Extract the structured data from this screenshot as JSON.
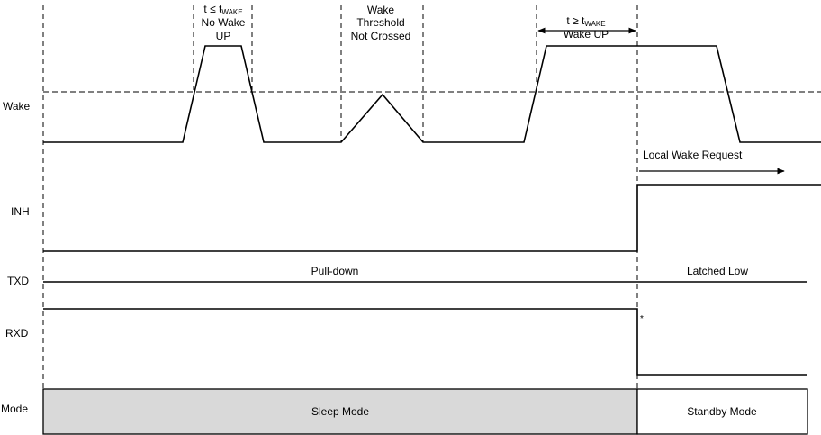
{
  "signals": {
    "wake": "Wake",
    "inh": "INH",
    "txd": "TXD",
    "rxd": "RXD",
    "mode": "Mode"
  },
  "annotations": {
    "no_wake": {
      "cond_prefix": "t ≤ t",
      "cond_sub": "WAKE",
      "line2": "No Wake",
      "line3": "UP"
    },
    "threshold": {
      "line1": "Wake",
      "line2": "Threshold",
      "line3": "Not Crossed"
    },
    "wake_up": {
      "cond_prefix": "t ≥ t",
      "cond_sub": "WAKE",
      "line2": "Wake UP"
    },
    "local_wake_request": "Local Wake Request",
    "txd_before": "Pull-down",
    "txd_after": "Latched Low",
    "rxd_marker": "*"
  },
  "modes": {
    "sleep": "Sleep Mode",
    "standby": "Standby Mode"
  },
  "colors": {
    "line": "#000000",
    "sleep_fill": "#d9d9d9",
    "standby_fill": "#ffffff"
  }
}
